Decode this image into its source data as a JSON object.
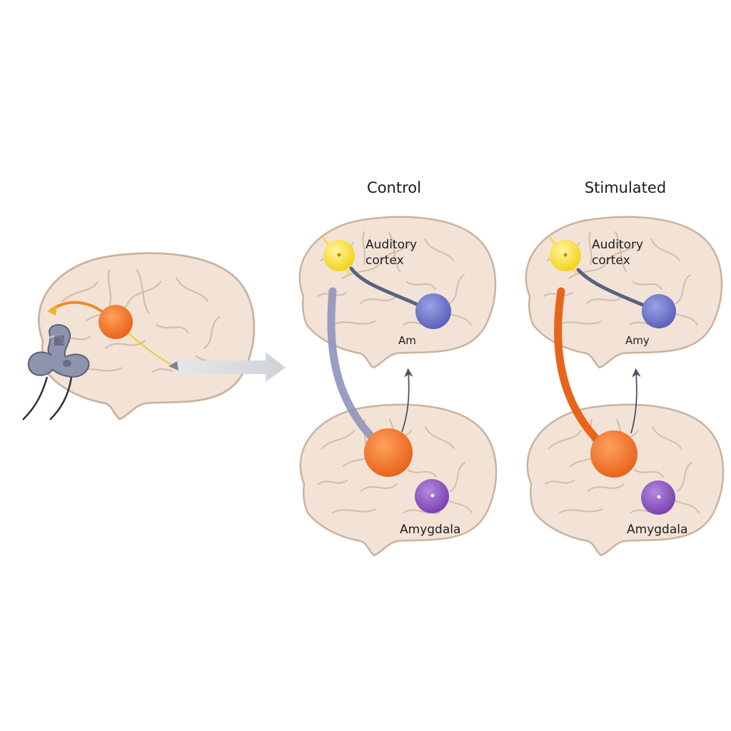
{
  "panels": {
    "control": {
      "title": "Control",
      "auditory_label_line1": "Auditory",
      "auditory_label_line2": "cortex",
      "amy_short_label": "Am",
      "amygdala_label": "Amygdala",
      "long_pathway_color": "#8f94bd"
    },
    "stimulated": {
      "title": "Stimulated",
      "auditory_label_line1": "Auditory",
      "auditory_label_line2": "cortex",
      "amy_short_label": "Amy",
      "amygdala_label": "Amygdala",
      "long_pathway_color": "#e8641c"
    }
  },
  "colors": {
    "brain_fill": "#f3e3d6",
    "brain_outline": "#c9b3a1",
    "auditory_node": "#f7e03b",
    "amygdala_blue_node": "#6f78cc",
    "orange_node": "#ee7a2a",
    "amygdala_purple_node": "#9055c2",
    "stimulator_device": "#8e94ad",
    "process_arrow": "#d7dadd"
  },
  "icons": {
    "stimulator": "coil-stimulator-icon",
    "process_arrow": "right-arrow-icon"
  }
}
